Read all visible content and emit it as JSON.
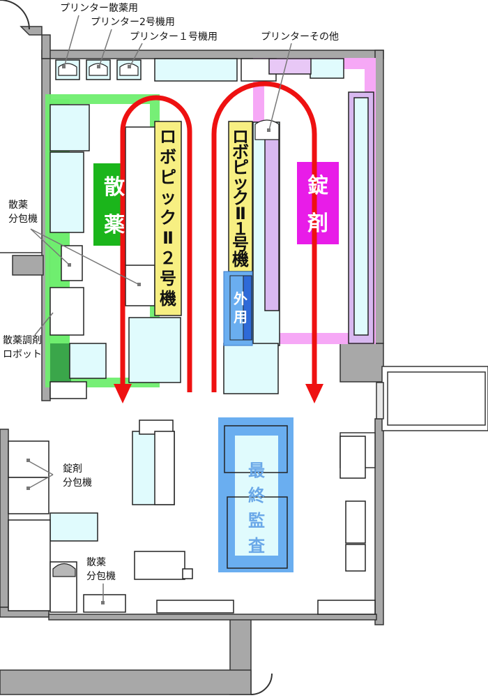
{
  "labels": {
    "printer_powder": "プリンター散薬用",
    "printer_2": "プリンター2号機用",
    "printer_1": "プリンター１号機用",
    "printer_other": "プリンターその他",
    "powder_packer_1": "散薬",
    "powder_packer_2": "分包機",
    "powder_robot_1": "散薬調剤",
    "powder_robot_2": "ロボット",
    "tablet_packer_1": "錠剤",
    "tablet_packer_2": "分包機",
    "powder_packer_b_1": "散薬",
    "powder_packer_b_2": "分包機"
  },
  "zones": {
    "powder": {
      "c1": "散",
      "c2": "薬",
      "color": "#1bb51b"
    },
    "tablet": {
      "c1": "錠",
      "c2": "剤",
      "color": "#e81ce8"
    }
  },
  "robots": {
    "robo2": [
      "ロ",
      "ボ",
      "ピ",
      "ッ",
      "ク",
      "Ⅱ",
      "２",
      "号",
      "機"
    ],
    "robo1": [
      "ロ",
      "ボ",
      "ピ",
      "ッ",
      "ク",
      "Ⅱ",
      "１",
      "号",
      "機"
    ]
  },
  "external": [
    "外",
    "用"
  ],
  "final_audit": [
    "最",
    "終",
    "監",
    "査"
  ],
  "colors": {
    "wall": "#a8a8a8",
    "furniture": "#e0fbfd",
    "robot": "#f7ef82",
    "flow_arrow": "#ee1111",
    "audit_outer": "#6aaef0",
    "audit_inner": "#e0fbfd"
  }
}
